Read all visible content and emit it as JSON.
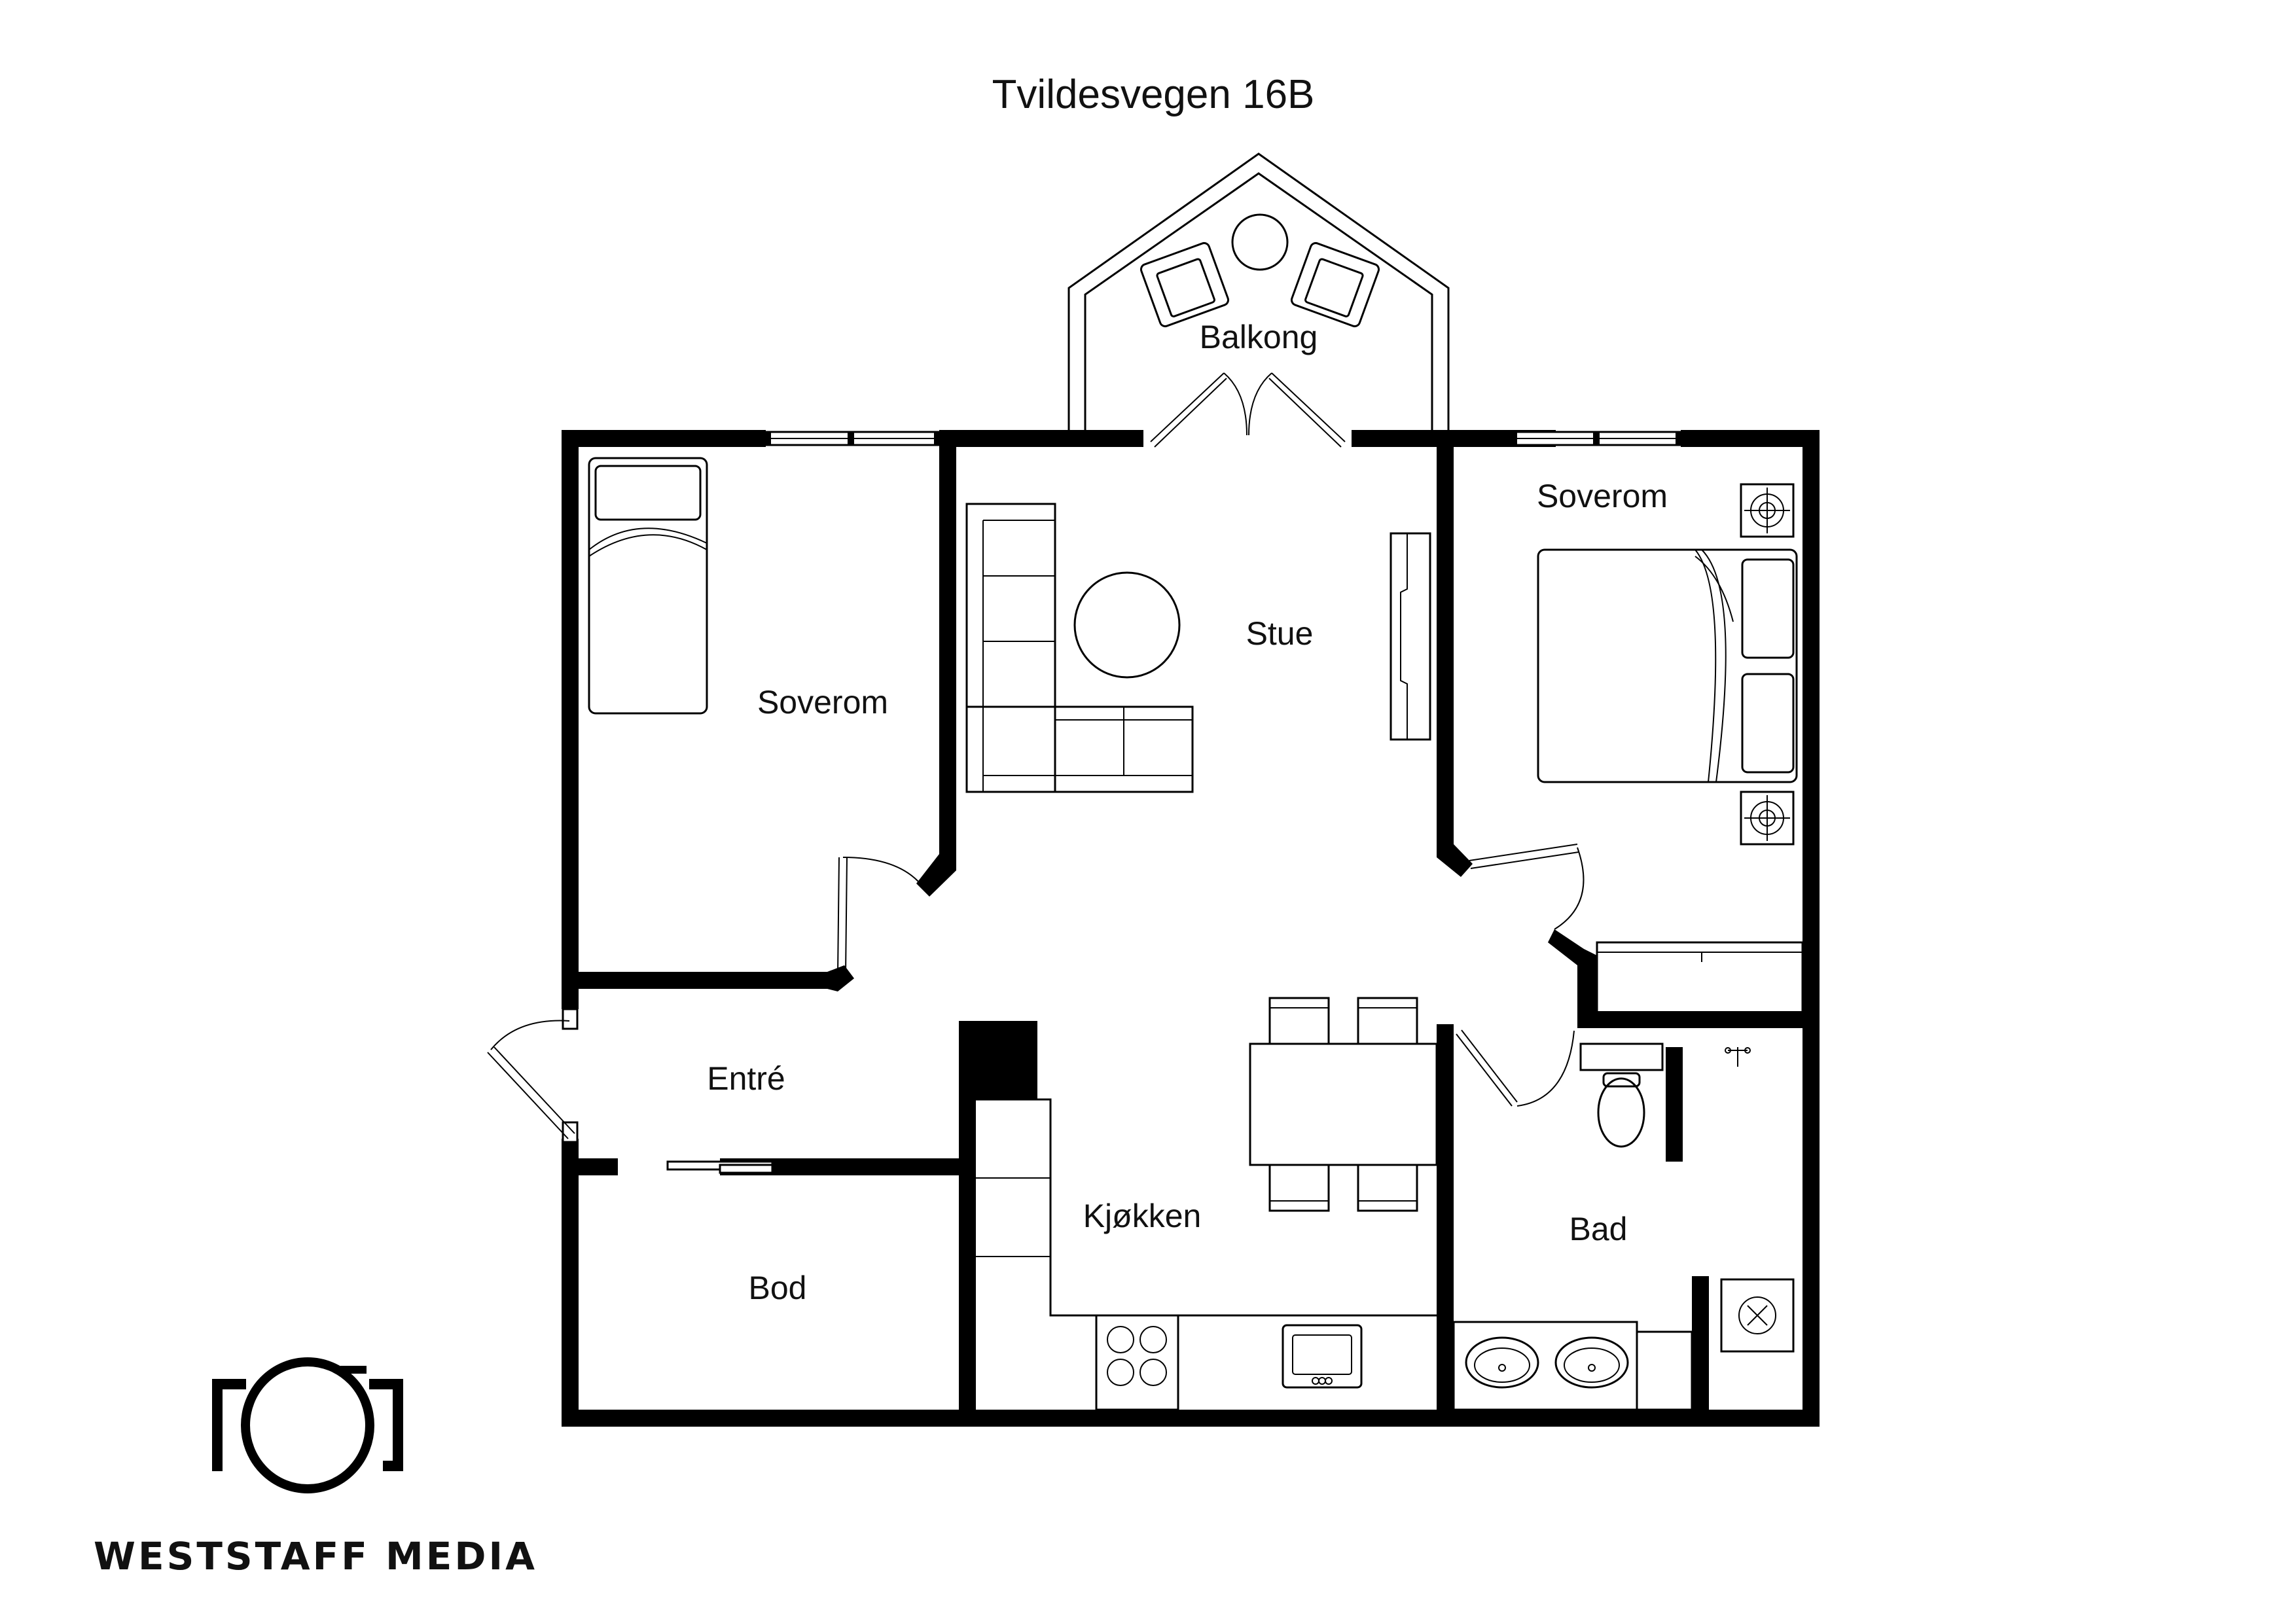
{
  "title": "Tvildesvegen 16B",
  "rooms": {
    "balcony": "Balkong",
    "living": "Stue",
    "bedroom_left": "Soverom",
    "bedroom_right": "Soverom",
    "entry": "Entré",
    "storage": "Bod",
    "kitchen": "Kjøkken",
    "bathroom": "Bad"
  },
  "logo": {
    "text": "WESTSTAFF MEDIA"
  }
}
